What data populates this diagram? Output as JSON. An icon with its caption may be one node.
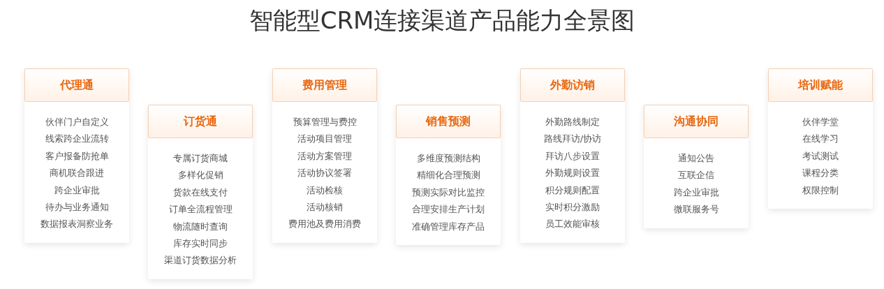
{
  "diagram": {
    "title": "智能型CRM连接渠道产品能力全景图",
    "nodes": [
      {
        "text": [
          "代理通",
          "伙伴门户自定义",
          "线索跨企业流转",
          "客户报备防抢单",
          "商机联合跟进",
          "跨企业审批",
          "待办与业务通知",
          "数据报表洞察业务"
        ]
      },
      {
        "text": [
          "订货通",
          "专属订货商城",
          "多样化促销",
          "货款在线支付",
          "订单全流程管理",
          "物流随时查询",
          "库存实时同步",
          "渠道订货数据分析"
        ]
      },
      {
        "text": [
          "费用管理",
          "预算管理与费控",
          "活动项目管理",
          "活动方案管理",
          "活动协议签署",
          "活动检核",
          "活动核销",
          "费用池及费用消费"
        ]
      },
      {
        "text": [
          "销售预测",
          "多维度预测结构",
          "精细化合理预测",
          "预测实际对比监控",
          "合理安排生产计划",
          "准确管理库存产品"
        ]
      },
      {
        "text": [
          "外勤访销",
          "外勤路线制定",
          "路线拜访/协访",
          "拜访八步设置",
          "外勤规则设置",
          "积分规则配置",
          "实时积分激励",
          "员工效能审核"
        ]
      },
      {
        "text": [
          "沟通协同",
          "通知公告",
          "互联企信",
          "跨企业审批",
          "微联服务号"
        ]
      },
      {
        "text": [
          "培训赋能",
          "伙伴学堂",
          "在线学习",
          "考试测试",
          "课程分类",
          "权限控制"
        ]
      }
    ],
    "edges": []
  }
}
